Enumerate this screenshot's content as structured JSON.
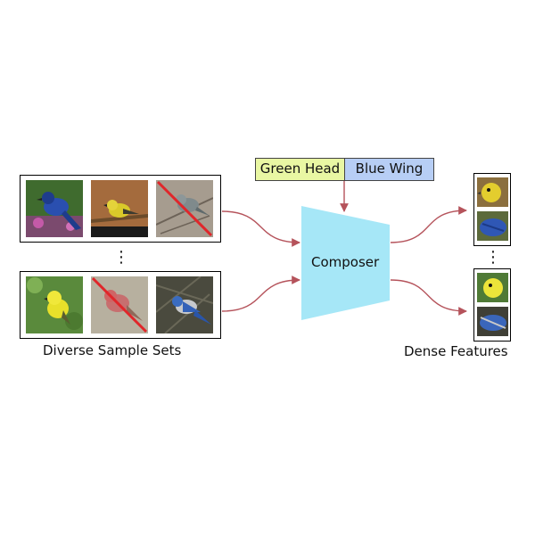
{
  "attributes": {
    "left": "Green Head",
    "right": "Blue Wing",
    "left_color": "#e9f7a3",
    "right_color": "#b7cef5"
  },
  "composer": {
    "label": "Composer",
    "color": "#a6e7f7"
  },
  "labels": {
    "inputs": "Diverse Sample Sets",
    "outputs": "Dense Features"
  },
  "ellipsis": "⋮",
  "colors": {
    "arrow": "#b5535b",
    "strike": "#e0262a"
  },
  "sample_sets": [
    {
      "images": [
        {
          "bird": "blue-bird-on-flowers",
          "excluded": false
        },
        {
          "bird": "yellow-warbler-on-branch",
          "excluded": false
        },
        {
          "bird": "grey-bird-on-twigs",
          "excluded": true
        }
      ]
    },
    {
      "images": [
        {
          "bird": "yellow-bird-on-leaves",
          "excluded": false
        },
        {
          "bird": "pink-finch",
          "excluded": true
        },
        {
          "bird": "blue-jay-in-branches",
          "excluded": false
        }
      ]
    }
  ],
  "dense_features": [
    {
      "images": [
        {
          "bird": "yellow-head-crop"
        },
        {
          "bird": "blue-wing-crop"
        }
      ]
    },
    {
      "images": [
        {
          "bird": "yellow-head-crop"
        },
        {
          "bird": "blue-wing-crop"
        }
      ]
    }
  ]
}
